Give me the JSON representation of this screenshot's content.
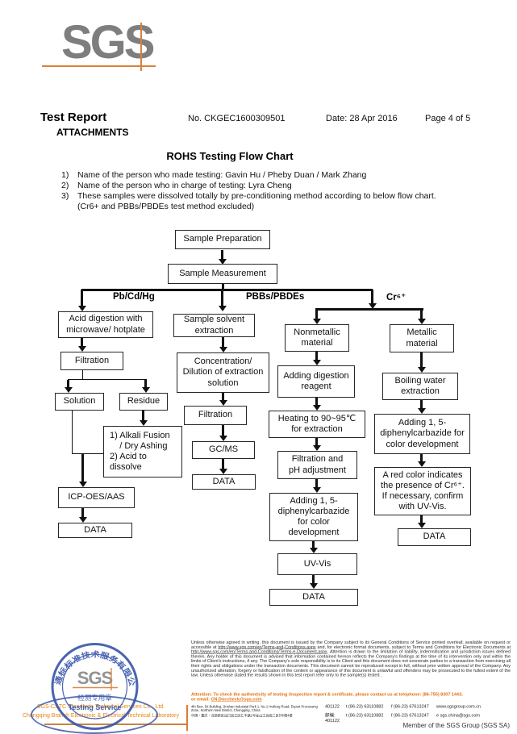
{
  "header": {
    "logo": "SGS",
    "title": "Test Report",
    "report_no": "No. CKGEC1600309501",
    "date": "Date: 28 Apr 2016",
    "page_info": "Page 4 of 5"
  },
  "attachments": {
    "heading": "ATTACHMENTS",
    "chart_title": "ROHS Testing Flow Chart",
    "notes": [
      {
        "num": "1)",
        "text": "Name of the person who made testing: Gavin Hu / Pheby Duan / Mark Zhang"
      },
      {
        "num": "2)",
        "text": "Name of the person who in charge of testing: Lyra Cheng"
      },
      {
        "num": "3)",
        "text": "These samples were dissolved totally by pre-conditioning method according to below flow chart.\n(Cr6+ and PBBs/PBDEs test method excluded)"
      }
    ]
  },
  "flowchart": {
    "branch_labels": {
      "left": "Pb/Cd/Hg",
      "middle": "PBBs/PBDEs",
      "right": "Cr⁶⁺"
    },
    "nodes": {
      "sample_preparation": "Sample Preparation",
      "sample_measurement": "Sample Measurement",
      "acid_digestion": "Acid digestion with\nmicrowave/ hotplate",
      "filtration_1": "Filtration",
      "solution": "Solution",
      "residue": "Residue",
      "alkali_fusion": "1) Alkali Fusion\n    / Dry Ashing\n2) Acid to\ndissolve",
      "icp": "ICP-OES/AAS",
      "data_1": "DATA",
      "solvent_extraction": "Sample solvent\nextraction",
      "concentration": "Concentration/\nDilution of extraction\nsolution",
      "filtration_2": "Filtration",
      "gcms": "GC/MS",
      "data_2": "DATA",
      "nonmetallic": "Nonmetallic\nmaterial",
      "digestion_reagent": "Adding digestion\nreagent",
      "heating": "Heating to 90~95℃\nfor extraction",
      "filtration_ph": "Filtration and\npH adjustment",
      "carbazide_1": "Adding 1, 5-\ndiphenylcarbazide\nfor color\ndevelopment",
      "uv_vis": "UV-Vis",
      "data_3": "DATA",
      "metallic": "Metallic\nmaterial",
      "boiling_water": "Boiling water\nextraction",
      "carbazide_2": "Adding 1, 5-\ndiphenylcarbazide for\ncolor development",
      "red_color": "A red color indicates\nthe presence of Cr⁶⁺.\nIf necessary, confirm\nwith UV-Vis.",
      "data_4": "DATA"
    }
  },
  "footer": {
    "stamp": {
      "ring_text": "通标标准技术服务有限公司",
      "logo": "SGS",
      "line1": "检测专用章",
      "line2": "Testing Service"
    },
    "company_line1": "SGS-CSTC Standards Technical Services Co., Ltd.",
    "company_line2": "Chongqing Branch Electronic & Electrical Technical Laboratory",
    "disclaimer": {
      "p1": "Unless otherwise agreed in writing, this document is issued by the Company subject to its General Conditions of Service printed overleaf, available on request or accessible at ",
      "url1": "http://www.sgs.com/en/Terms-and-Conditions.aspx",
      "p2": " and, for electronic format documents, subject to Terms and Conditions for Electronic Documents at ",
      "url2": "http://www.sgs.com/en/Terms-and-Conditions/Terms-e-Document.aspx",
      "p3": ". Attention is drawn to the limitation of liability, indemnification and jurisdiction issues defined therein. Any holder of this document is advised that information contained hereon reflects the Company's findings at the time of its intervention only and within the limits of Client's instructions, if any. The Company's sole responsibility is to its Client and this document does not exonerate parties to a transaction from exercising all their rights and obligations under the transaction documents. This document cannot be reproduced except in full, without prior written approval of the Company. Any unauthorized alteration, forgery or falsification of the content or appearance of this document is unlawful and offenders may be prosecuted to the fullest extent of the law. Unless otherwise stated the results shown in this test report refer only to the sample(s) tested ."
    },
    "attention": {
      "p1": "Attention: To check the authenticity of testing /inspection report & certificate, please contact us at telephone: (86-755) 8307 1443,\nor email: ",
      "email": "CN.Doccheck@sgs.com"
    },
    "address": {
      "rows": [
        {
          "addr": "4th floor, 5# Building, Jinshan Industrial Park 1, No.1 Huifeng Road, Export Processing Zone, Northern New District, Chongqing, China",
          "postal": "401122",
          "tel": "t (86-23) 63110882",
          "fax": "f (86-23) 67613247",
          "last": "www.sgsgroup.com.cn"
        },
        {
          "addr": "中国・重庆・北部新区出口加工区汇丰路1号金山工业园二区5号楼4楼",
          "postal": "邮编: 401122",
          "tel": "t (86-23) 63110882",
          "fax": "f (86-23) 67613247",
          "last": "e sgs.china@sgs.com"
        }
      ]
    },
    "member_line": "Member of the SGS Group (SGS SA)"
  }
}
